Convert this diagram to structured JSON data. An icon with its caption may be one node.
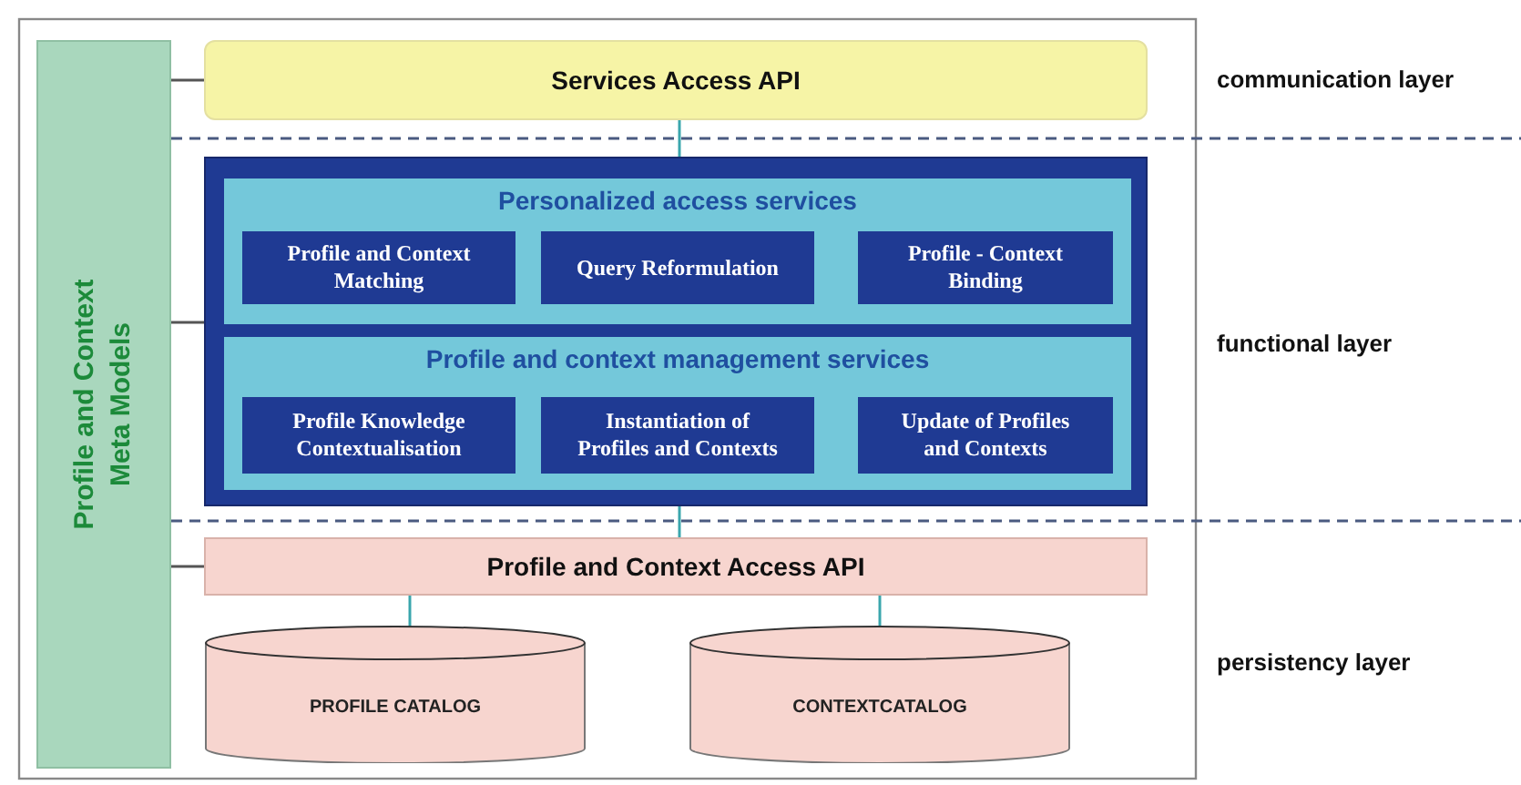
{
  "diagram": {
    "nodes": [
      {
        "text": [
          "Profile and Context Meta Models"
        ]
      },
      {
        "text": [
          "Services Access API"
        ]
      },
      {
        "text": [],
        "shape": "box"
      },
      {
        "text": [
          "Personalized access services"
        ],
        "in": 2
      },
      {
        "text": [
          "Profile and Context Matching"
        ],
        "in": 3
      },
      {
        "text": [
          "Query Reformulation"
        ],
        "in": 3
      },
      {
        "text": [
          "Profile - Context Binding"
        ],
        "in": 3
      },
      {
        "text": [
          "Profile and context management services"
        ],
        "in": 2
      },
      {
        "text": [
          "Profile Knowledge Contextualisation"
        ],
        "in": 7
      },
      {
        "text": [
          "Instantiation of Profiles and Contexts"
        ],
        "in": 7
      },
      {
        "text": [
          "Update of Profiles and Contexts"
        ],
        "in": 7
      },
      {
        "text": [
          "Profile and Context Access API"
        ]
      },
      {
        "text": [
          "PROFILE CATALOG"
        ]
      },
      {
        "text": [
          "CONTEXTCATALOG"
        ]
      }
    ],
    "edges": [
      {
        "from": 0,
        "to": 1,
        "arrow": "none",
        "color": "#555555"
      },
      {
        "from": 0,
        "to": 2,
        "arrow": "none",
        "color": "#555555"
      },
      {
        "from": 0,
        "to": 11,
        "arrow": "none",
        "color": "#555555"
      },
      {
        "from": 1,
        "to": 2,
        "arrow": "none"
      },
      {
        "from": 2,
        "to": 11,
        "arrow": "none"
      },
      {
        "from": 11,
        "to": 12,
        "arrow": "none"
      },
      {
        "from": 11,
        "to": 13,
        "arrow": "none"
      }
    ],
    "labels": [
      "communication layer",
      "functional layer",
      "persistency layer"
    ]
  }
}
